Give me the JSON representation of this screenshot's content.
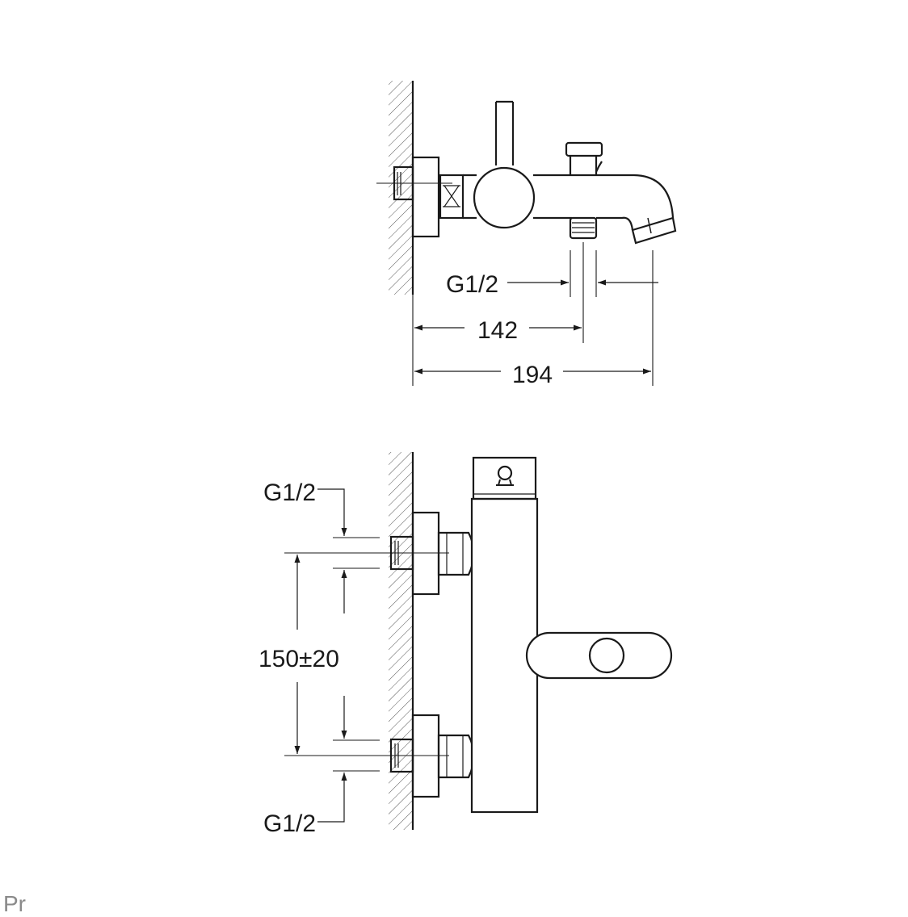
{
  "top_view": {
    "thread_label": "G1/2",
    "dim_outlet_label": "142",
    "dim_total_label": "194"
  },
  "front_view": {
    "thread_top_label": "G1/2",
    "center_distance_label": "150±20",
    "thread_bottom_label": "G1/2"
  },
  "footer": {
    "cut_text": "Pr"
  },
  "colors": {
    "line": "#1a1a1a",
    "footer_text": "#8a8a8a",
    "background": "#ffffff"
  }
}
